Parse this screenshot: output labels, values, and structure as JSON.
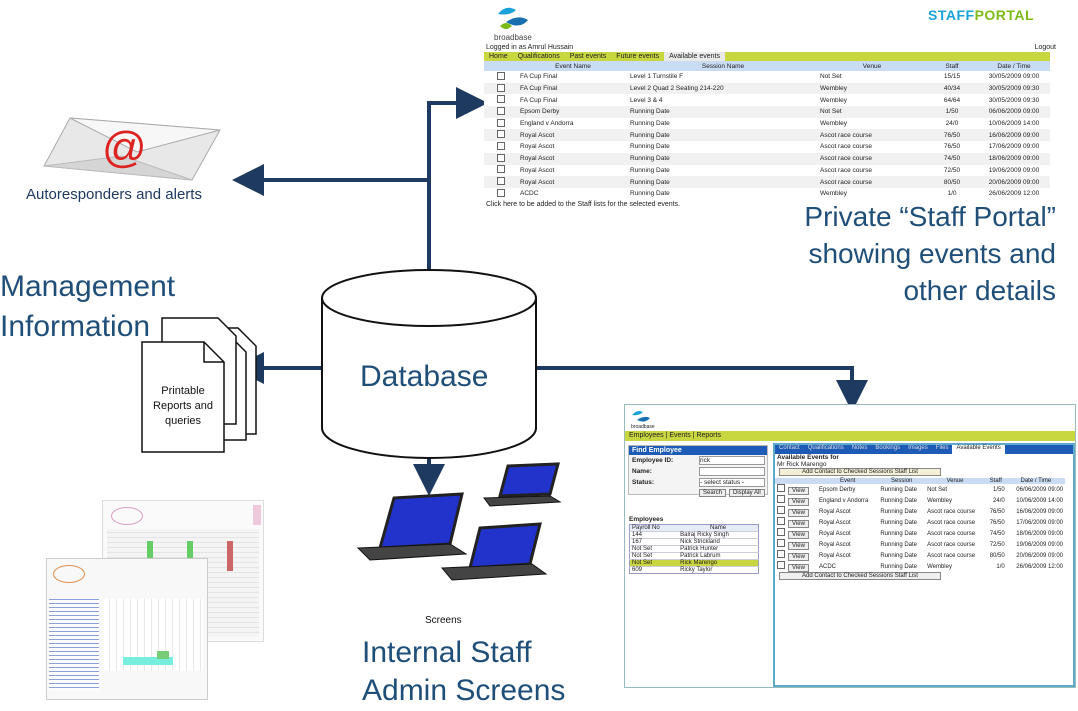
{
  "labels": {
    "database": "Database",
    "autoresponders": "Autoresponders and alerts",
    "management_line1": "Management",
    "management_line2": "Information",
    "printable_line1": "Printable",
    "printable_line2": "Reports and",
    "printable_line3": "queries",
    "portal_caption_line1": "Private “Staff Portal”",
    "portal_caption_line2": "showing events and",
    "portal_caption_line3": "other details",
    "screens": "Screens",
    "internal_line1": "Internal Staff",
    "internal_line2": "Admin Screens"
  },
  "portal": {
    "logo": "broadbase",
    "brand_staff": "STAFF",
    "brand_portal": "PORTAL",
    "logged_in": "Logged in as Amrul Hussain",
    "logout": "Logout",
    "tabs": [
      "Home",
      "Qualifications",
      "Past events",
      "Future events",
      "Available events"
    ],
    "columns": [
      "Event Name",
      "Session Name",
      "Venue",
      "Staff",
      "Date / Time"
    ],
    "rows": [
      [
        "FA Cup Final",
        "Level 1 Turnstile F",
        "Not Set",
        "15/15",
        "30/05/2009 09:00"
      ],
      [
        "FA Cup Final",
        "Level 2 Quad 2 Seating 214-220",
        "Wembley",
        "40/34",
        "30/05/2009 09:30"
      ],
      [
        "FA Cup Final",
        "Level 3 & 4",
        "Wembley",
        "64/64",
        "30/05/2009 09:30"
      ],
      [
        "Epsom Derby",
        "Running Date",
        "Not Set",
        "1/50",
        "06/06/2009 09:00"
      ],
      [
        "England v Andorra",
        "Running Date",
        "Wembley",
        "24/0",
        "10/06/2009 14:00"
      ],
      [
        "Royal Ascot",
        "Running Date",
        "Ascot race course",
        "76/50",
        "16/06/2009 09:00"
      ],
      [
        "Royal Ascot",
        "Running Date",
        "Ascot race course",
        "76/50",
        "17/06/2009 09:00"
      ],
      [
        "Royal Ascot",
        "Running Date",
        "Ascot race course",
        "74/50",
        "18/06/2009 09:00"
      ],
      [
        "Royal Ascot",
        "Running Date",
        "Ascot race course",
        "72/50",
        "19/06/2009 09:00"
      ],
      [
        "Royal Ascot",
        "Running Date",
        "Ascot race course",
        "80/50",
        "20/06/2009 09:00"
      ],
      [
        "ACDC",
        "Running Date",
        "Wembley",
        "1/0",
        "26/06/2009 12:00"
      ]
    ],
    "footer": "Click here to be added to the Staff lists for the selected events."
  },
  "admin": {
    "logo": "broadbase",
    "nav": "Employees | Events | Reports",
    "find_title": "Find Employee",
    "employee_id_label": "Employee ID:",
    "employee_id_value": "rick",
    "name_label": "Name:",
    "status_label": "Status:",
    "status_value": "- select status -",
    "search_btn": "Search",
    "display_all_btn": "Display All",
    "employees_title": "Employees",
    "emp_columns": [
      "Payroll No",
      "Name"
    ],
    "employees": [
      [
        "144",
        "Balraj Ricky Singh"
      ],
      [
        "167",
        "Nick Strickland"
      ],
      [
        "Not Set",
        "Patrick Hunter"
      ],
      [
        "Not Set",
        "Patrick Labrum"
      ],
      [
        "Not Set",
        "Rick Marengo"
      ],
      [
        "609",
        "Ricky Taylor"
      ]
    ],
    "tabs": [
      "Contact",
      "Qualifications",
      "Notes",
      "Bookings",
      "Images",
      "Files",
      "Available Events"
    ],
    "available_title": "Available Events for",
    "available_for": "Mr Rick Marengo",
    "add_btn": "Add Contact to Checked Sessions Staff List",
    "view_btn": "View",
    "ev_columns": [
      "Event",
      "Session",
      "Venue",
      "Staff",
      "Date / Time"
    ],
    "events": [
      [
        "Epsom Derby",
        "Running Date",
        "Not Set",
        "1/50",
        "06/06/2009 09:00"
      ],
      [
        "England v Andorra",
        "Running Date",
        "Wembley",
        "24/0",
        "10/06/2009 14:00"
      ],
      [
        "Royal Ascot",
        "Running Date",
        "Ascot race course",
        "76/50",
        "16/06/2009 09:00"
      ],
      [
        "Royal Ascot",
        "Running Date",
        "Ascot race course",
        "76/50",
        "17/06/2009 09:00"
      ],
      [
        "Royal Ascot",
        "Running Date",
        "Ascot race course",
        "74/50",
        "18/06/2009 09:00"
      ],
      [
        "Royal Ascot",
        "Running Date",
        "Ascot race course",
        "72/50",
        "19/06/2009 09:00"
      ],
      [
        "Royal Ascot",
        "Running Date",
        "Ascot race course",
        "80/50",
        "20/06/2009 09:00"
      ],
      [
        "ACDC",
        "Running Date",
        "Wembley",
        "1/0",
        "26/06/2009 12:00"
      ]
    ]
  },
  "colors": {
    "arrow": "#1f3a60",
    "text_blue": "#1f4e79",
    "tab_green": "#c8d640"
  }
}
